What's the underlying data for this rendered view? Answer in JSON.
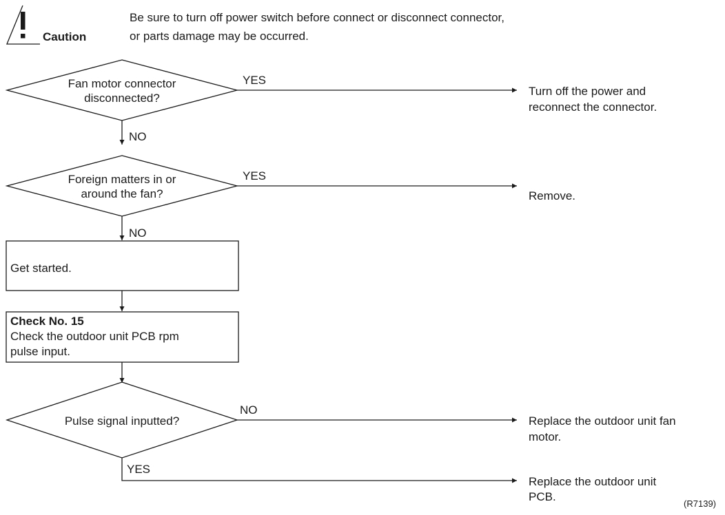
{
  "caution": {
    "label": "Caution",
    "line1": "Be sure to turn off power switch before connect or disconnect connector,",
    "line2": "or parts damage may be occurred."
  },
  "flow": {
    "d1": {
      "line1": "Fan motor connector",
      "line2": "disconnected?",
      "yes": "YES",
      "no": "NO",
      "result_line1": "Turn off the power and",
      "result_line2": "reconnect the connector."
    },
    "d2": {
      "line1": "Foreign matters in or",
      "line2": "around the fan?",
      "yes": "YES",
      "no": "NO",
      "result": "Remove."
    },
    "box1": {
      "text": "Get started."
    },
    "box2": {
      "title": "Check No. 15",
      "line1": "Check the outdoor unit PCB rpm",
      "line2": "pulse input."
    },
    "d3": {
      "text": "Pulse signal inputted?",
      "no": "NO",
      "yes": "YES",
      "no_result_line1": "Replace the outdoor unit fan",
      "no_result_line2": "motor.",
      "yes_result_line1": "Replace the outdoor unit",
      "yes_result_line2": "PCB."
    }
  },
  "figure_ref": "(R7139)"
}
